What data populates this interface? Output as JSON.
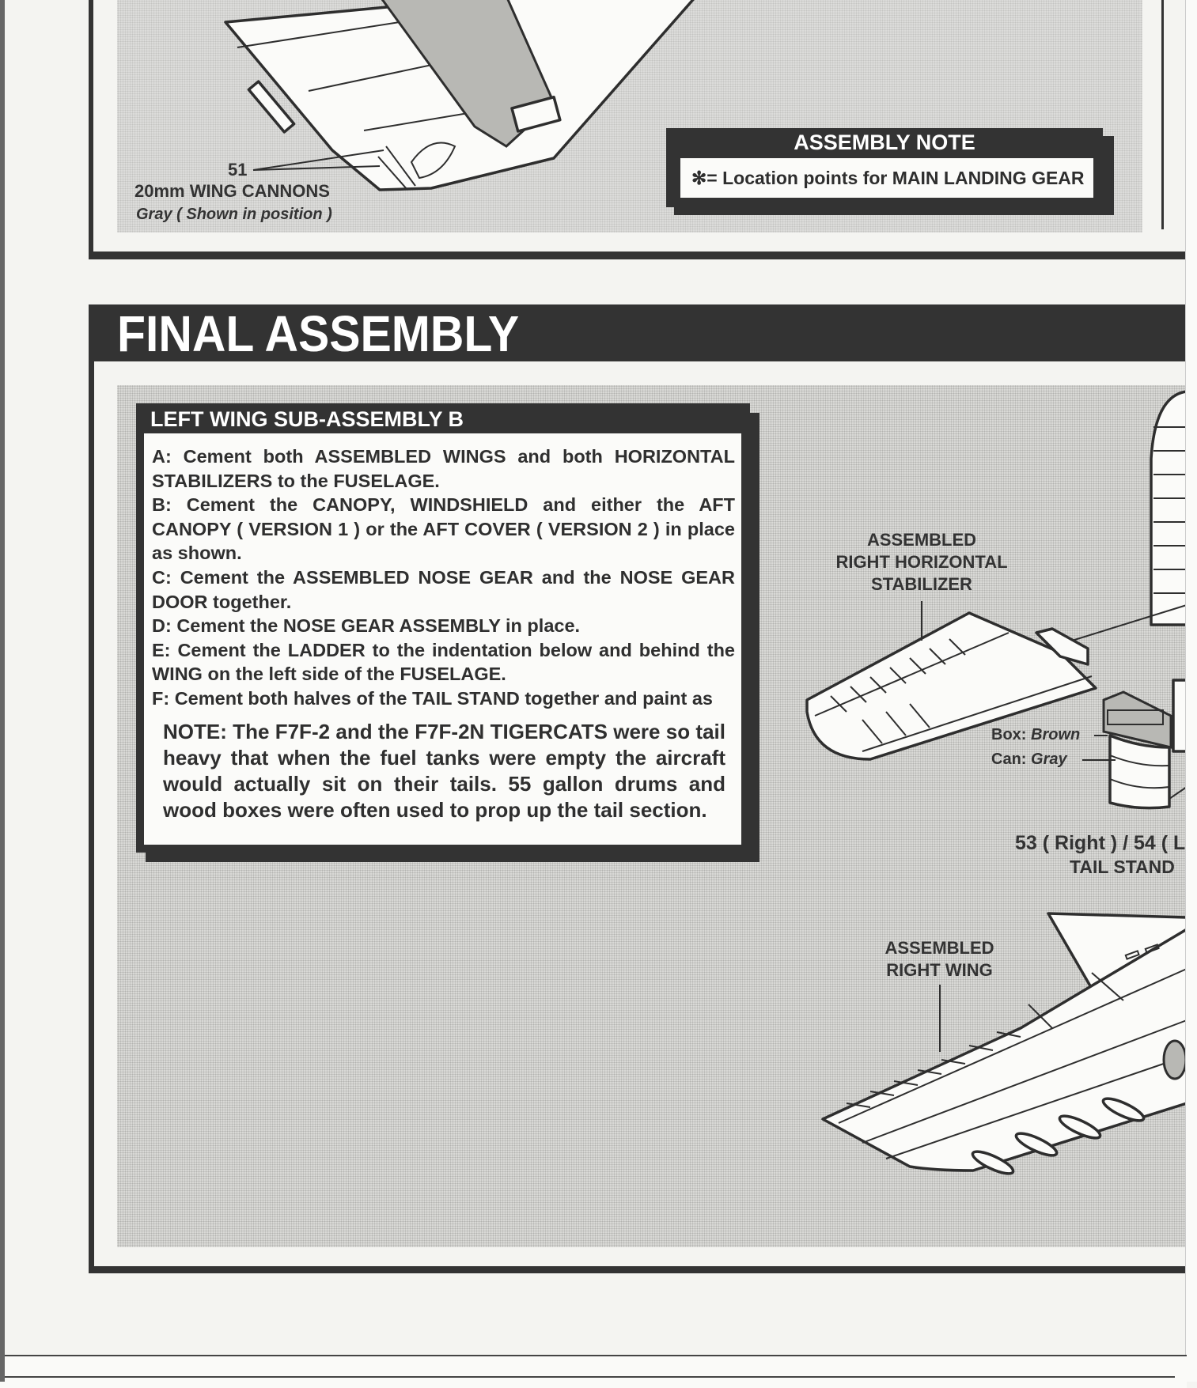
{
  "top_panel": {
    "callout": {
      "part_number": "51",
      "part_name": "20mm WING CANNONS",
      "paint_note": "Gray ( Shown in position )"
    },
    "assembly_note": {
      "title": "ASSEMBLY NOTE",
      "symbol": "✻",
      "text": "= Location points for MAIN LANDING GEAR"
    }
  },
  "final_assembly": {
    "title": "FINAL ASSEMBLY",
    "instructions": {
      "title": "LEFT WING SUB-ASSEMBLY B",
      "steps": [
        "A: Cement both ASSEMBLED WINGS and both HORIZONTAL STABILIZERS to the FUSELAGE.",
        "B: Cement the CANOPY, WINDSHIELD and either the AFT CANOPY ( VERSION 1 ) or the AFT COVER ( VERSION 2 ) in place as shown.",
        "C: Cement the ASSEMBLED NOSE GEAR and the NOSE GEAR DOOR together.",
        "D: Cement the NOSE GEAR ASSEMBLY in place.",
        "E: Cement the LADDER to the indentation below and behind the WING on the left side of the FUSELAGE.",
        "F: Cement both halves of the TAIL STAND together and paint as"
      ],
      "note": "NOTE: The F7F-2 and the F7F-2N TIGERCATS were so tail heavy that when the fuel tanks were empty the aircraft would actually sit on their tails. 55 gallon drums and wood boxes were often used to prop up the tail section."
    },
    "diagram_labels": {
      "stabilizer": [
        "ASSEMBLED",
        "RIGHT HORIZONTAL",
        "STABILIZER"
      ],
      "box_label": "Box:",
      "box_color": "Brown",
      "can_label": "Can:",
      "can_color": "Gray",
      "tail_stand_parts": "53 ( Right ) / 54 ( L",
      "tail_stand_name": "TAIL STAND",
      "right_wing": [
        "ASSEMBLED",
        "RIGHT WING"
      ]
    }
  }
}
